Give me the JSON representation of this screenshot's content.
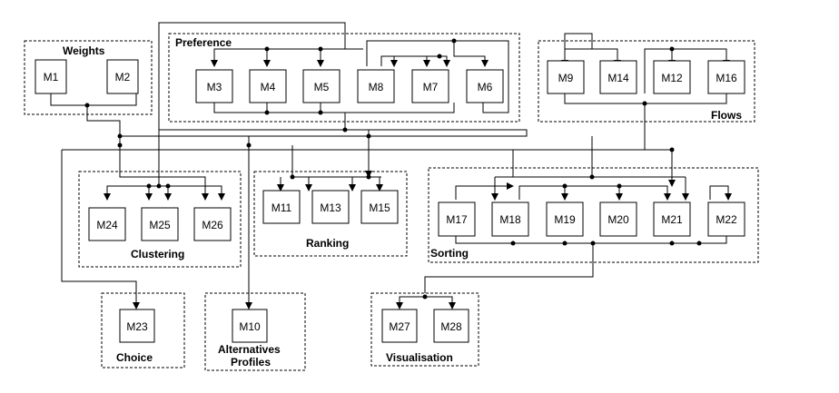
{
  "groups": {
    "weights": "Weights",
    "preference": "Preference",
    "flows": "Flows",
    "clustering": "Clustering",
    "ranking": "Ranking",
    "sorting": "Sorting",
    "choice": "Choice",
    "alternatives_profiles_line1": "Alternatives",
    "alternatives_profiles_line2": "Profiles",
    "visualisation": "Visualisation"
  },
  "modules": {
    "m1": "M1",
    "m2": "M2",
    "m3": "M3",
    "m4": "M4",
    "m5": "M5",
    "m8": "M8",
    "m7": "M7",
    "m6": "M6",
    "m9": "M9",
    "m14": "M14",
    "m12": "M12",
    "m16": "M16",
    "m24": "M24",
    "m25": "M25",
    "m26": "M26",
    "m11": "M11",
    "m13": "M13",
    "m15": "M15",
    "m17": "M17",
    "m18": "M18",
    "m19": "M19",
    "m20": "M20",
    "m21": "M21",
    "m22": "M22",
    "m23": "M23",
    "m10": "M10",
    "m27": "M27",
    "m28": "M28"
  }
}
